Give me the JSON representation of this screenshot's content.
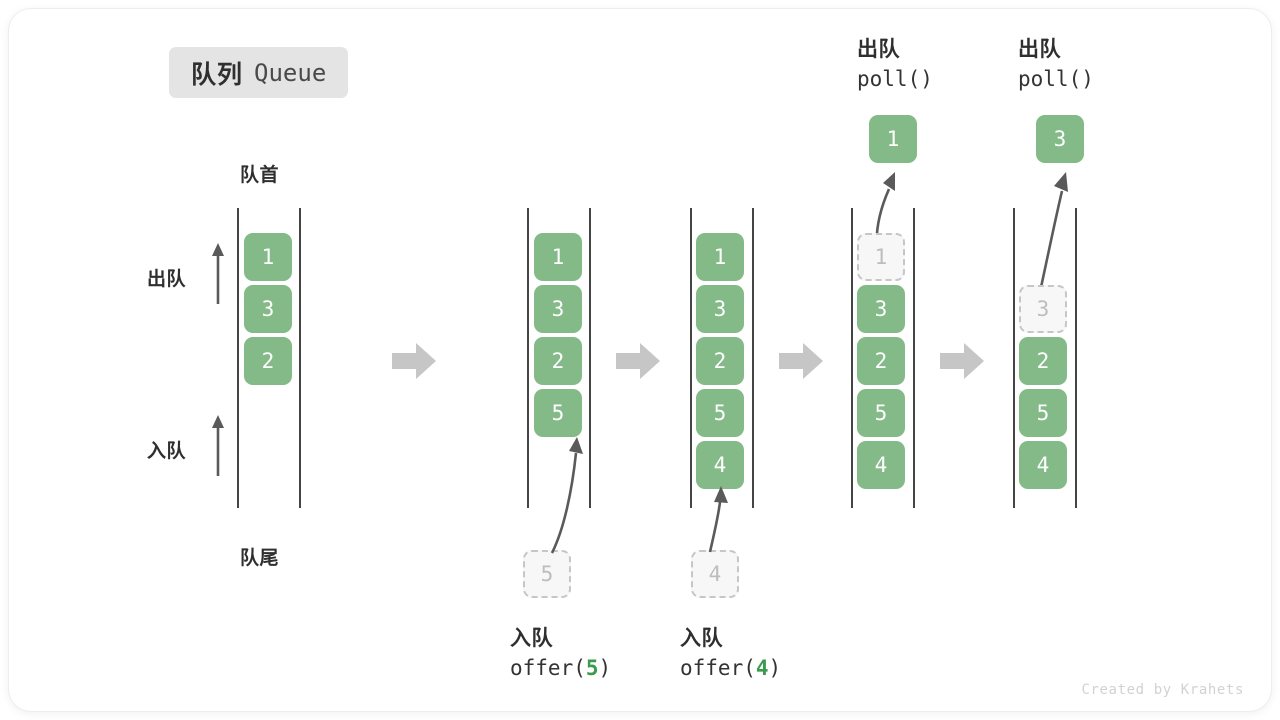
{
  "title": {
    "cn": "队列",
    "en": "Queue"
  },
  "labels": {
    "front": "队首",
    "rear": "队尾",
    "dequeue": "出队",
    "enqueue": "入队"
  },
  "colors": {
    "item_fill": "#83ba88",
    "item_text": "#ffffff",
    "ghost_fill": "#f7f7f7",
    "ghost_border": "#c6c6c6",
    "ghost_text": "#bdbdbd",
    "rail": "#454545",
    "flow_arrow": "#c6c6c6",
    "motion_arrow": "#5a5a5a",
    "badge_bg": "#e4e4e4",
    "accent_green": "#3c9a4e",
    "text": "#2f2f2f"
  },
  "stages": [
    {
      "id": "initial",
      "items": [
        "1",
        "3",
        "2"
      ],
      "ghost_index": null,
      "popped": null,
      "caption_cn": "",
      "caption_code": "",
      "caption_arg": ""
    },
    {
      "id": "after-offer-5",
      "items": [
        "1",
        "3",
        "2",
        "5"
      ],
      "ghost_index": null,
      "popped": null,
      "incoming": "5",
      "caption_cn": "入队",
      "caption_code_prefix": "offer(",
      "caption_arg": "5",
      "caption_code_suffix": ")"
    },
    {
      "id": "after-offer-4",
      "items": [
        "1",
        "3",
        "2",
        "5",
        "4"
      ],
      "ghost_index": null,
      "popped": null,
      "incoming": "4",
      "caption_cn": "入队",
      "caption_code_prefix": "offer(",
      "caption_arg": "4",
      "caption_code_suffix": ")"
    },
    {
      "id": "after-poll-1",
      "items": [
        "1",
        "3",
        "2",
        "5",
        "4"
      ],
      "ghost_index": 0,
      "popped": "1",
      "header_cn": "出队",
      "header_code": "poll()"
    },
    {
      "id": "after-poll-3",
      "items": [
        "",
        "3",
        "2",
        "5",
        "4"
      ],
      "ghost_index": 1,
      "popped": "3",
      "header_cn": "出队",
      "header_code": "poll()"
    }
  ],
  "credit": "Created by Krahets"
}
